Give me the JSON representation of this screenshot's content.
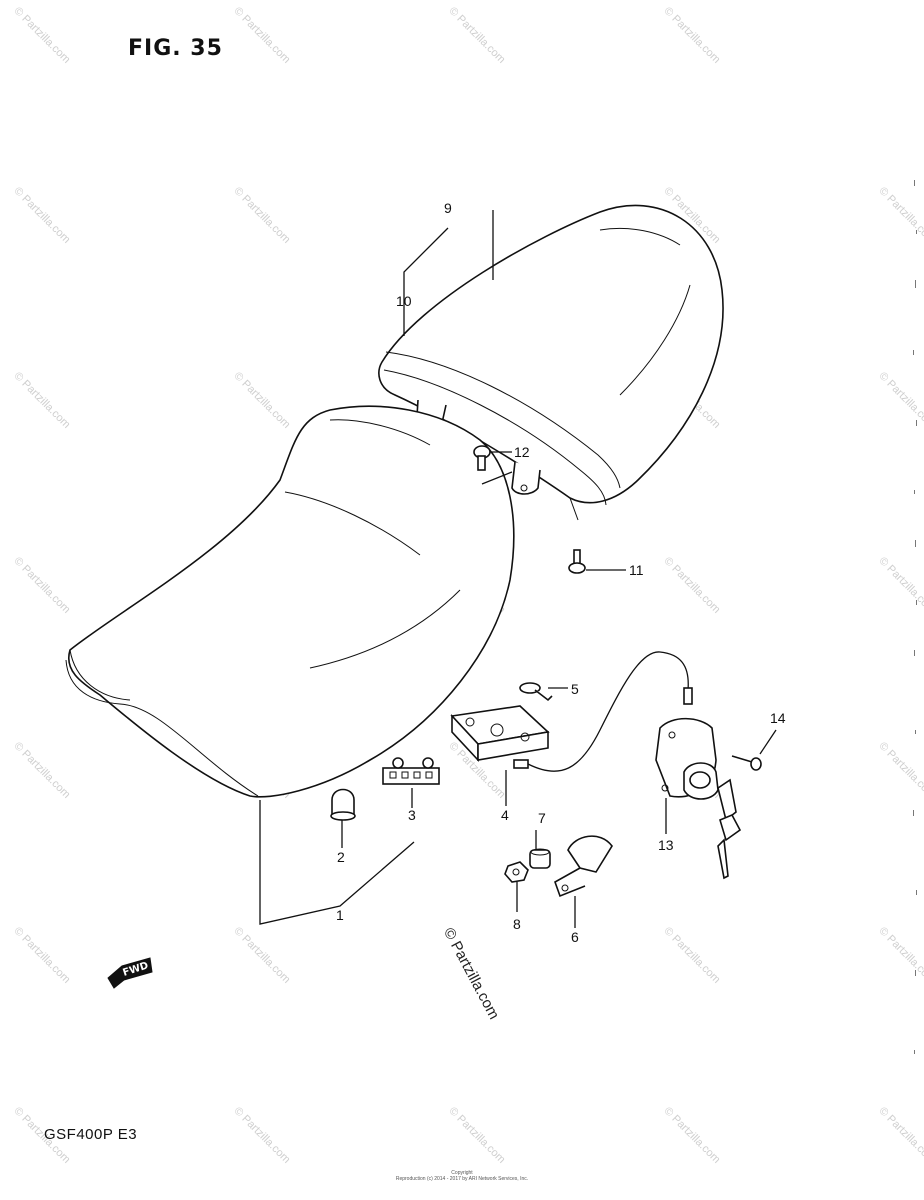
{
  "figure": {
    "title": "FIG. 35"
  },
  "model": "GSF400P  E3",
  "fwd_label": "FWD",
  "watermark": "© Partzilla.com",
  "copyright_lines": [
    "Copyright",
    "Reproduction (c) 2014 - 2017 by ARI Network Services, Inc."
  ],
  "callouts": [
    "1",
    "2",
    "3",
    "4",
    "5",
    "6",
    "7",
    "8",
    "9",
    "10",
    "11",
    "12",
    "13",
    "14"
  ],
  "line_color": "#111111",
  "watermark_color": "#cfcfcf"
}
